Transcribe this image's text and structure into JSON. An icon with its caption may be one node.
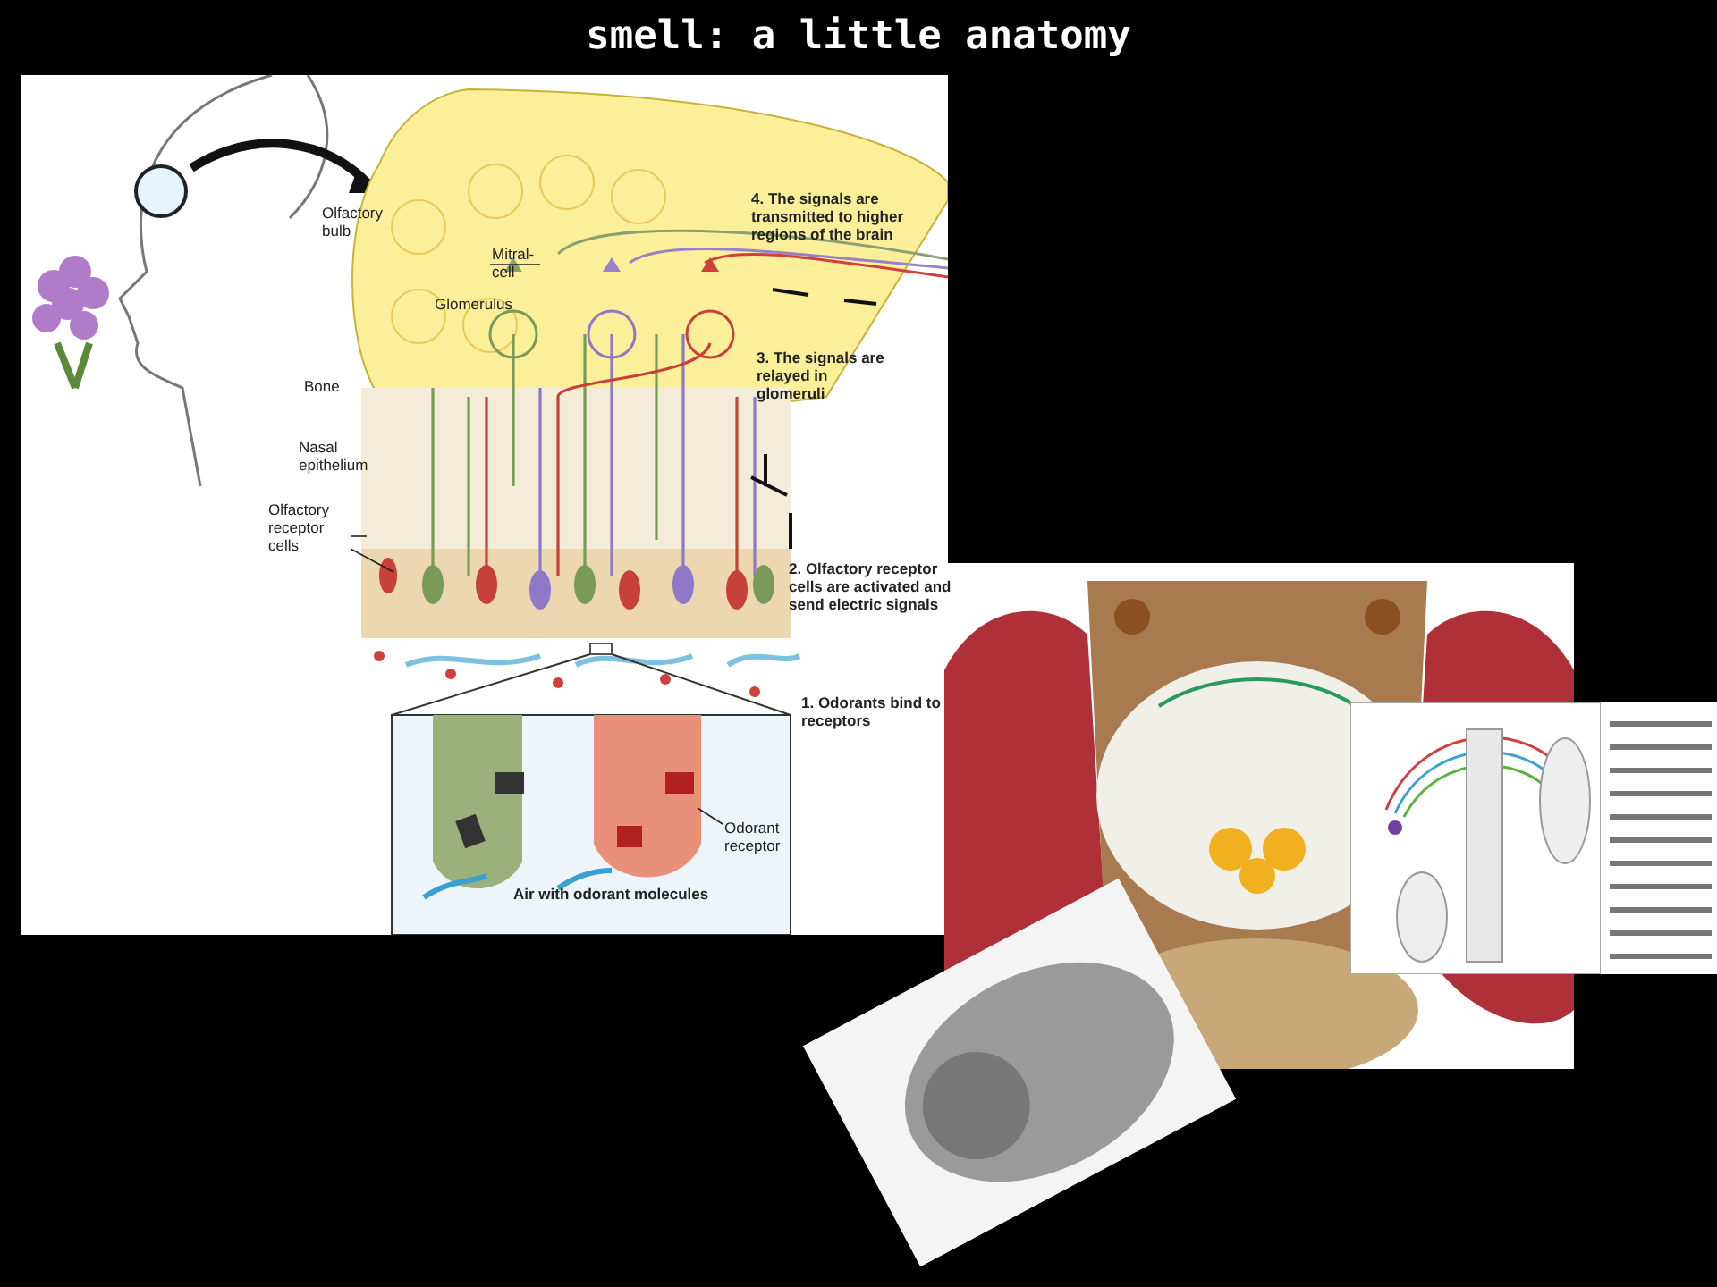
{
  "diagram": {
    "title": "smell: a little anatomy",
    "nodes": [
      {
        "text": [
          "Mitral-cell"
        ]
      },
      {
        "text": [
          "Olfactory receptor cells"
        ]
      },
      {
        "text": [
          "Odorant receptor"
        ]
      }
    ],
    "edges": [
      {
        "from": 0,
        "to": null,
        "arrow": "none"
      },
      {
        "from": 1,
        "to": null,
        "arrow": "none"
      },
      {
        "from": 1,
        "to": null,
        "arrow": "none"
      },
      {
        "from": 2,
        "to": null,
        "arrow": "none"
      }
    ],
    "labels": [
      "Olfactory bulb",
      "4. The signals are transmitted to higher regions of the brain",
      "Glomerulus",
      "Bone",
      "3. The signals are relayed in glomeruli",
      "Nasal epithelium",
      "2. Olfactory receptor cells are activated and send electric signals",
      "1. Odorants bind to receptors",
      "Air with odorant molecules"
    ]
  }
}
